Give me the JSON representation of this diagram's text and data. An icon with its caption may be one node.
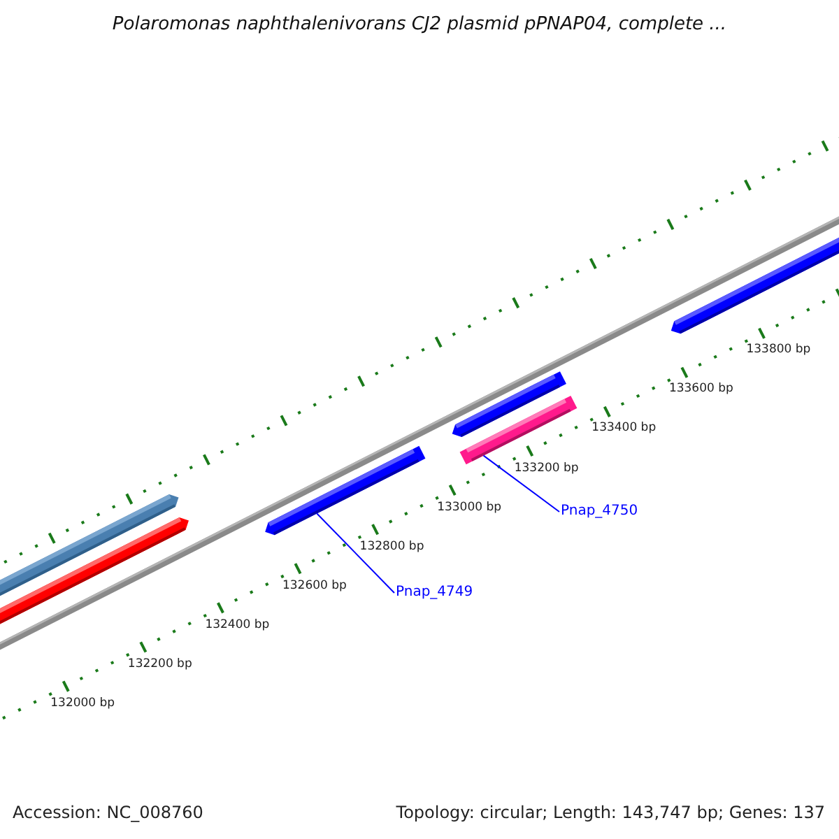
{
  "diagram": {
    "title": "Polaromonas naphthalenivorans CJ2 plasmid pPNAP04, complete ...",
    "nodes": [
      {
        "text": [
          "Pnap_4749"
        ]
      },
      {
        "text": [],
        "shape": "bar"
      },
      {
        "text": [
          "Pnap_4750"
        ]
      },
      {
        "text": [],
        "shape": "bar"
      }
    ],
    "edges": [
      {
        "from": 0,
        "to": 1,
        "arrow": "none"
      },
      {
        "from": 2,
        "to": 3,
        "arrow": "none"
      }
    ],
    "labels": [
      "133800 bp",
      "133600 bp",
      "133400 bp",
      "133200 bp",
      "133000 bp",
      "132800 bp",
      "132600 bp",
      "132400 bp",
      "132200 bp",
      "132000 bp",
      "Accession: NC_008760",
      "Topology: circular; Length: 143,747 bp; Genes: 137"
    ]
  }
}
